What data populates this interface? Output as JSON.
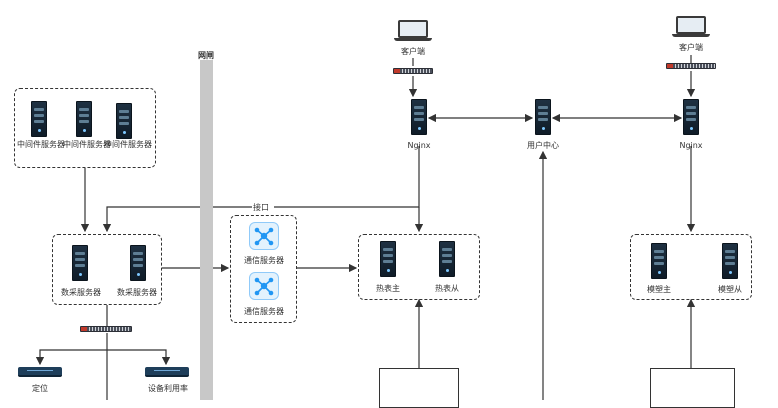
{
  "gateway": {
    "label": "网闸"
  },
  "middleware": {
    "servers": [
      {
        "label": "中间件服务器"
      },
      {
        "label": "中间件服务器"
      },
      {
        "label": "中间件服务器"
      }
    ]
  },
  "collection": {
    "servers": [
      {
        "label": "数采服务器"
      },
      {
        "label": "数采服务器"
      }
    ]
  },
  "devices": [
    {
      "label": "定位"
    },
    {
      "label": "设备利用率"
    }
  ],
  "interface": {
    "label": "接口"
  },
  "comm": {
    "servers": [
      {
        "label": "通信服务器"
      },
      {
        "label": "通信服务器"
      }
    ]
  },
  "clients": [
    {
      "label": "客户端"
    },
    {
      "label": "客户端"
    }
  ],
  "nginx": [
    {
      "label": "Nginx"
    },
    {
      "label": "Nginx"
    }
  ],
  "user_center": {
    "label": "用户中心"
  },
  "hot_table": {
    "master": "热表主",
    "slave": "热表从"
  },
  "molding": {
    "master": "模塑主",
    "slave": "模塑从"
  },
  "colors": {
    "line": "#333333",
    "gateway": "#c8c8c8",
    "comm_icon": "#2196f3"
  }
}
